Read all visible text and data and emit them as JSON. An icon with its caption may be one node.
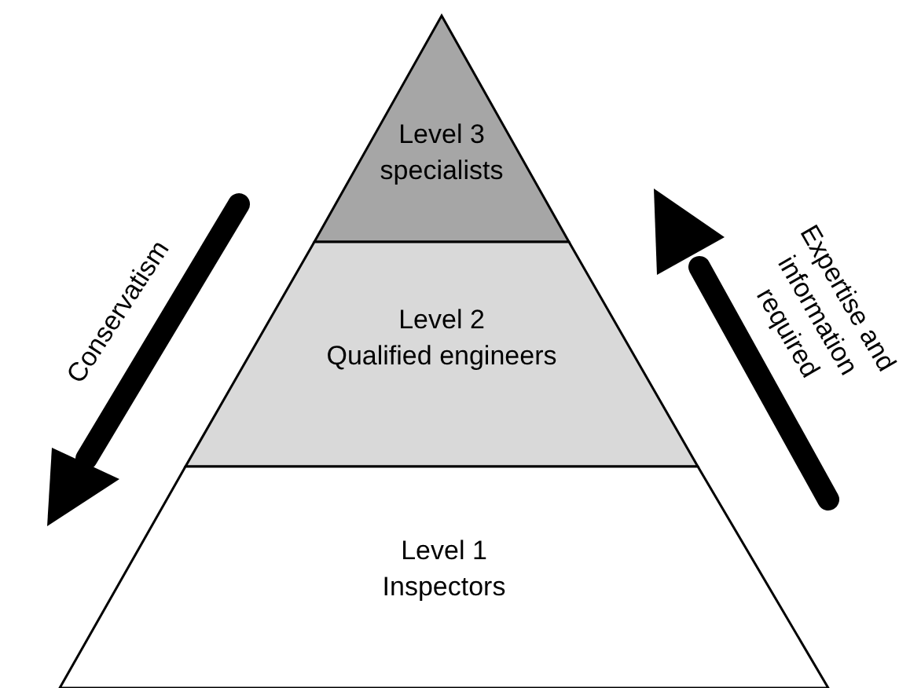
{
  "diagram": {
    "nodes": [
      {
        "text": [
          "Level 3",
          "specialists"
        ]
      },
      {
        "text": [
          "Level 2",
          "Qualified engineers"
        ]
      },
      {
        "text": [
          "Level 1",
          "Inspectors"
        ]
      }
    ],
    "labels": [
      "Conservatism",
      "Expertise and information required"
    ]
  }
}
